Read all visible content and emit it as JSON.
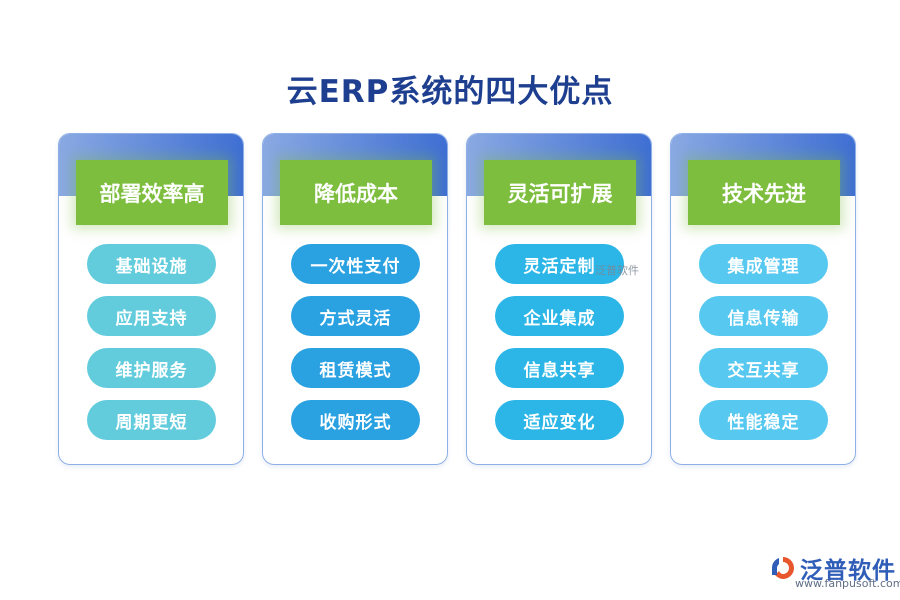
{
  "title": "云ERP系统的四大优点",
  "columns": [
    {
      "heading": "部署效率高",
      "items": [
        "基础设施",
        "应用支持",
        "维护服务",
        "周期更短"
      ]
    },
    {
      "heading": "降低成本",
      "items": [
        "一次性支付",
        "方式灵活",
        "租赁模式",
        "收购形式"
      ]
    },
    {
      "heading": "灵活可扩展",
      "items": [
        "灵活定制",
        "企业集成",
        "信息共享",
        "适应变化"
      ]
    },
    {
      "heading": "技术先进",
      "items": [
        "集成管理",
        "信息传输",
        "交互共享",
        "性能稳定"
      ]
    }
  ],
  "watermark": "泛普软件",
  "brand": {
    "name": "泛普软件",
    "url": "www.fanpusoft.com",
    "logo_icon": "fanpu-logo-icon"
  },
  "colors": {
    "title": "#1e3f8f",
    "heading_bg": "#7dbe3f",
    "card_border": "#8fb0e6",
    "header_gradient": [
      "#8aa9e3",
      "#3f6fd3"
    ]
  }
}
